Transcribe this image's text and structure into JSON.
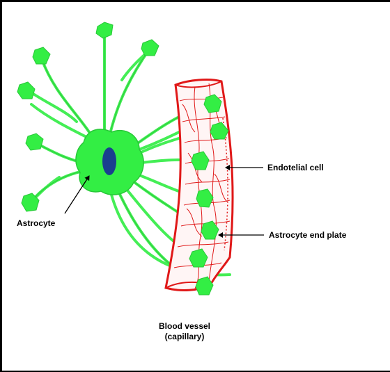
{
  "labels": {
    "astrocyte": "Astrocyte",
    "endothelial_cell": "Endotelial cell",
    "astrocyte_end_plate": "Astrocyte end plate",
    "blood_vessel_line1": "Blood vessel",
    "blood_vessel_line2": "(capillary)"
  },
  "colors": {
    "astrocyte": "#33ee44",
    "astrocyte_outline": "#22bb33",
    "nucleus": "#1a3f8f",
    "vessel": "#e01818",
    "arrow": "#000000",
    "frame": "#000000"
  }
}
